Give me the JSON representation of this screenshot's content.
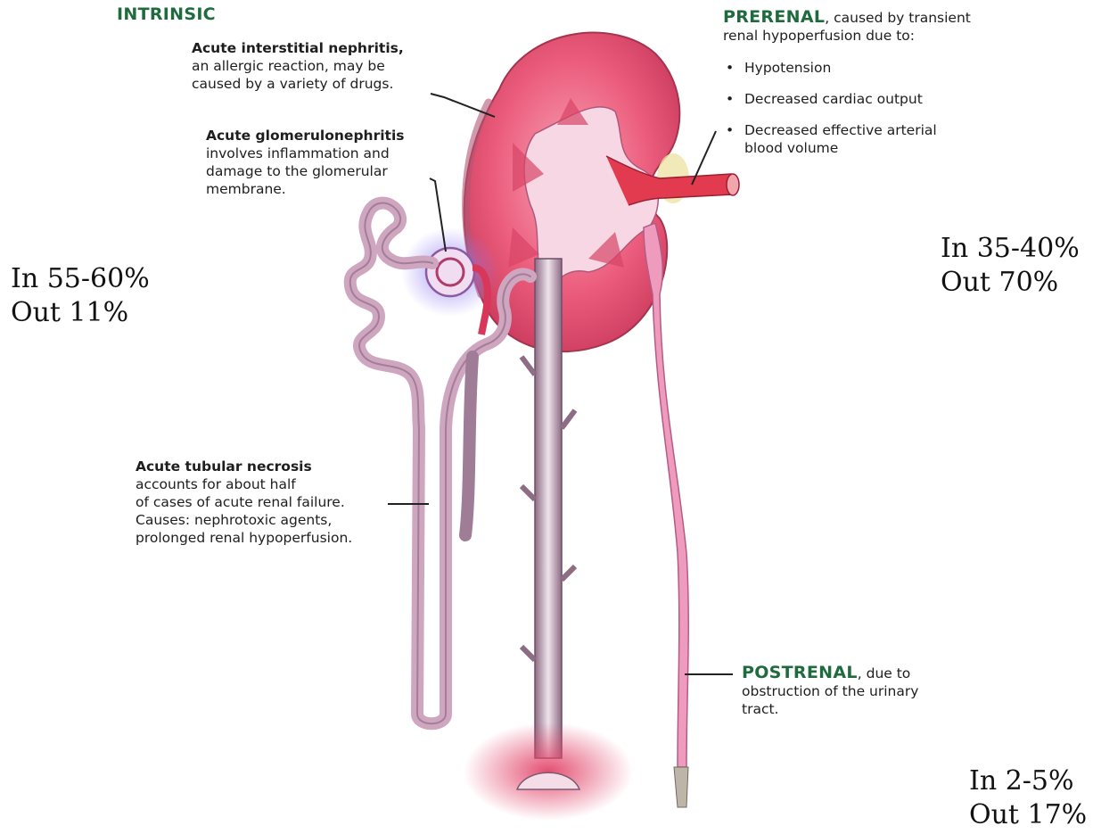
{
  "intrinsic": {
    "heading": "INTRINSIC",
    "interstitial": {
      "title": "Acute interstitial nephritis,",
      "lines": [
        "an allergic reaction, may be",
        "caused by a variety of drugs."
      ]
    },
    "glomerulo": {
      "title": "Acute glomerulonephritis",
      "lines": [
        "involves inflammation and",
        "damage to the glomerular",
        "membrane."
      ]
    },
    "tubular": {
      "title": "Acute tubular necrosis",
      "lines": [
        "accounts for about half",
        "of cases of acute renal failure.",
        "Causes: nephrotoxic agents,",
        "prolonged renal hypoperfusion."
      ]
    },
    "stats": {
      "in": "In 55-60%",
      "out": "Out 11%"
    }
  },
  "prerenal": {
    "heading": "PRERENAL",
    "lead_rest": ", caused by transient",
    "lead_line2": "renal hypoperfusion due to:",
    "bullets": [
      "Hypotension",
      "Decreased cardiac output",
      "Decreased effective arterial\nblood volume"
    ],
    "stats": {
      "in": "In 35-40%",
      "out": "Out 70%"
    }
  },
  "postrenal": {
    "heading": "POSTRENAL",
    "lead_rest": ", due to",
    "lines": [
      "obstruction of the urinary",
      "tract."
    ],
    "stats": {
      "in": "In 2-5%",
      "out": "Out 17%"
    }
  },
  "colors": {
    "heading_green": "#1f6b3e",
    "kidney_pink": "#e8506f",
    "tubule_mauve": "#b48aa6",
    "ureter_pink": "#e98fb4"
  }
}
